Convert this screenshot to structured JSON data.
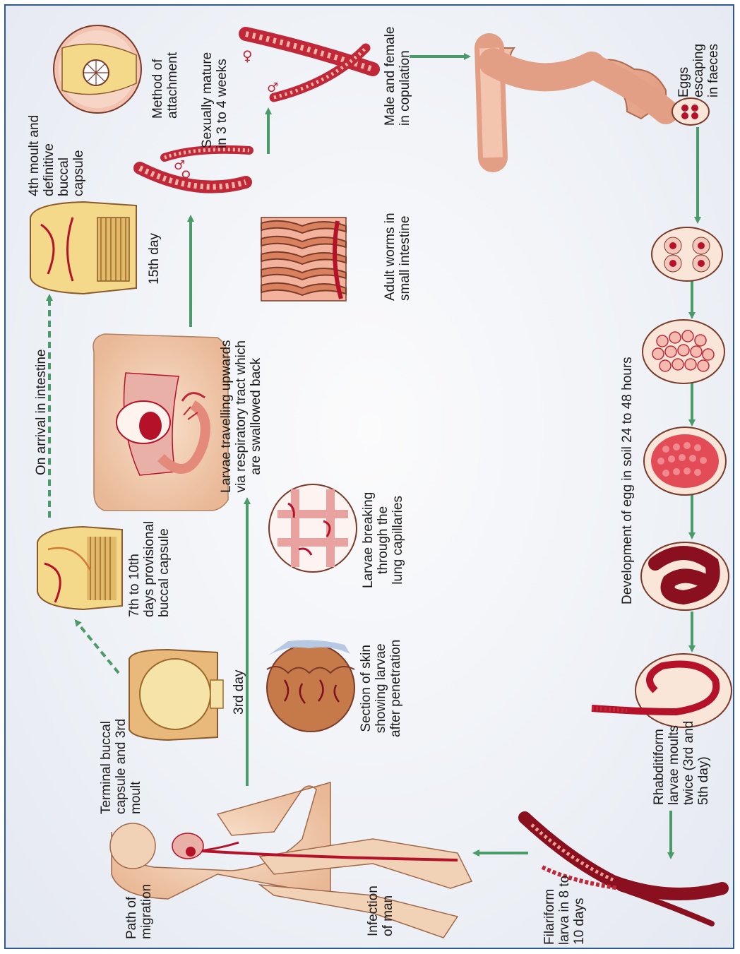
{
  "diagram": {
    "labels": {
      "method_of_attachment": "Method of\nattachment",
      "sexually_mature": "Sexually mature\nin 3 to 4 weeks",
      "male_female": "Male and female\nin copulation",
      "eggs_escaping": "Eggs\nescaping\nin faeces",
      "fourth_moult": "4th moult and\ndefinitive\nbuccal\ncapsule",
      "day_15": "15th day",
      "adult_worms": "Adult worms in\nsmall intestine",
      "on_arrival": "On arrival in intestine",
      "larvae_travelling": "Larvae travelling upwards\nvia respiratory tract which\nare swallowed back",
      "development_of_egg": "Development of egg in soil 24 to 48 hours",
      "provisional_capsule": "7th to 10th\ndays provisional\nbuccal capsule",
      "larvae_breaking": "Larvae breaking\nthrough the\nlung capillaries",
      "terminal_capsule": "Terminal buccal\ncapsule and 3rd\nmoult",
      "day_3": "3rd day",
      "section_of_skin": "Section of skin\nshowing larvae\nafter penetration",
      "rhabditiform": "Rhabditiform\nlarvae moults\ntwice (3rd and\n5th day)",
      "path_of_migration": "Path of\nmigration",
      "infection_of_man": "Infection\nof man",
      "filariform": "Filariform\nlarva in 8 to\n10 days"
    },
    "colors": {
      "arrow": "#4a9a6a",
      "flesh": "#f2d2b6",
      "tissue": "#e8a2a0",
      "blood": "#b5122a",
      "worm": "#c0283a",
      "capsule_yellow": "#f4d98a"
    }
  }
}
